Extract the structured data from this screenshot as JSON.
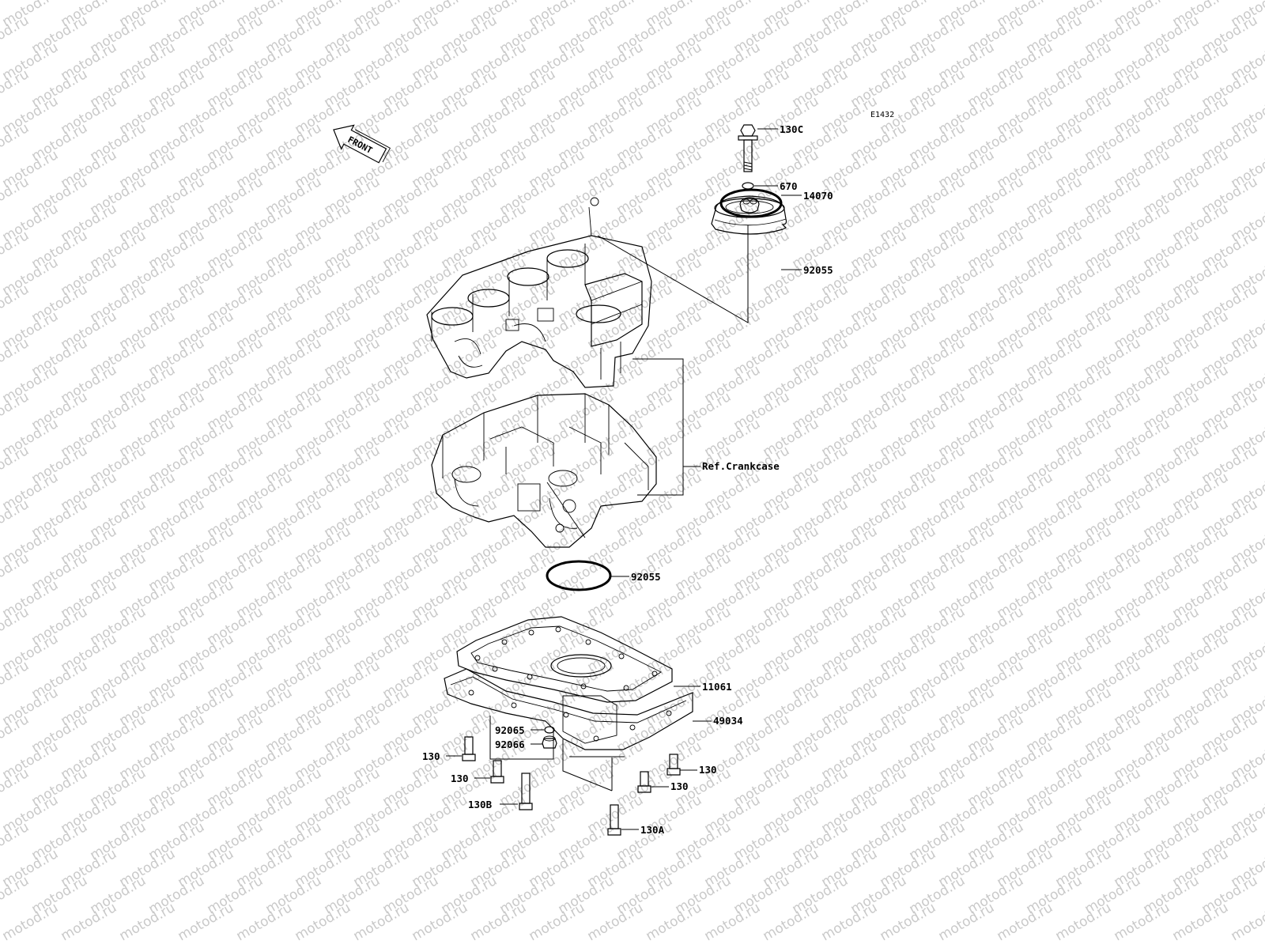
{
  "diagram": {
    "code": "E1432",
    "watermark": "motod.ru",
    "front_label": "FRONT",
    "ref_label": "Ref.Crankcase",
    "parts": {
      "bolt_130c": "130C",
      "oring_670": "670",
      "cover_14070": "14070",
      "oring_92055_top": "92055",
      "oring_92055_bottom": "92055",
      "gasket_11061": "11061",
      "oilpan_49034": "49034",
      "washer_92065": "92065",
      "plug_92066": "92066",
      "bolt_130_left1": "130",
      "bolt_130_left2": "130",
      "bolt_130b": "130B",
      "bolt_130a": "130A",
      "bolt_130_right1": "130",
      "bolt_130_right2": "130"
    }
  }
}
